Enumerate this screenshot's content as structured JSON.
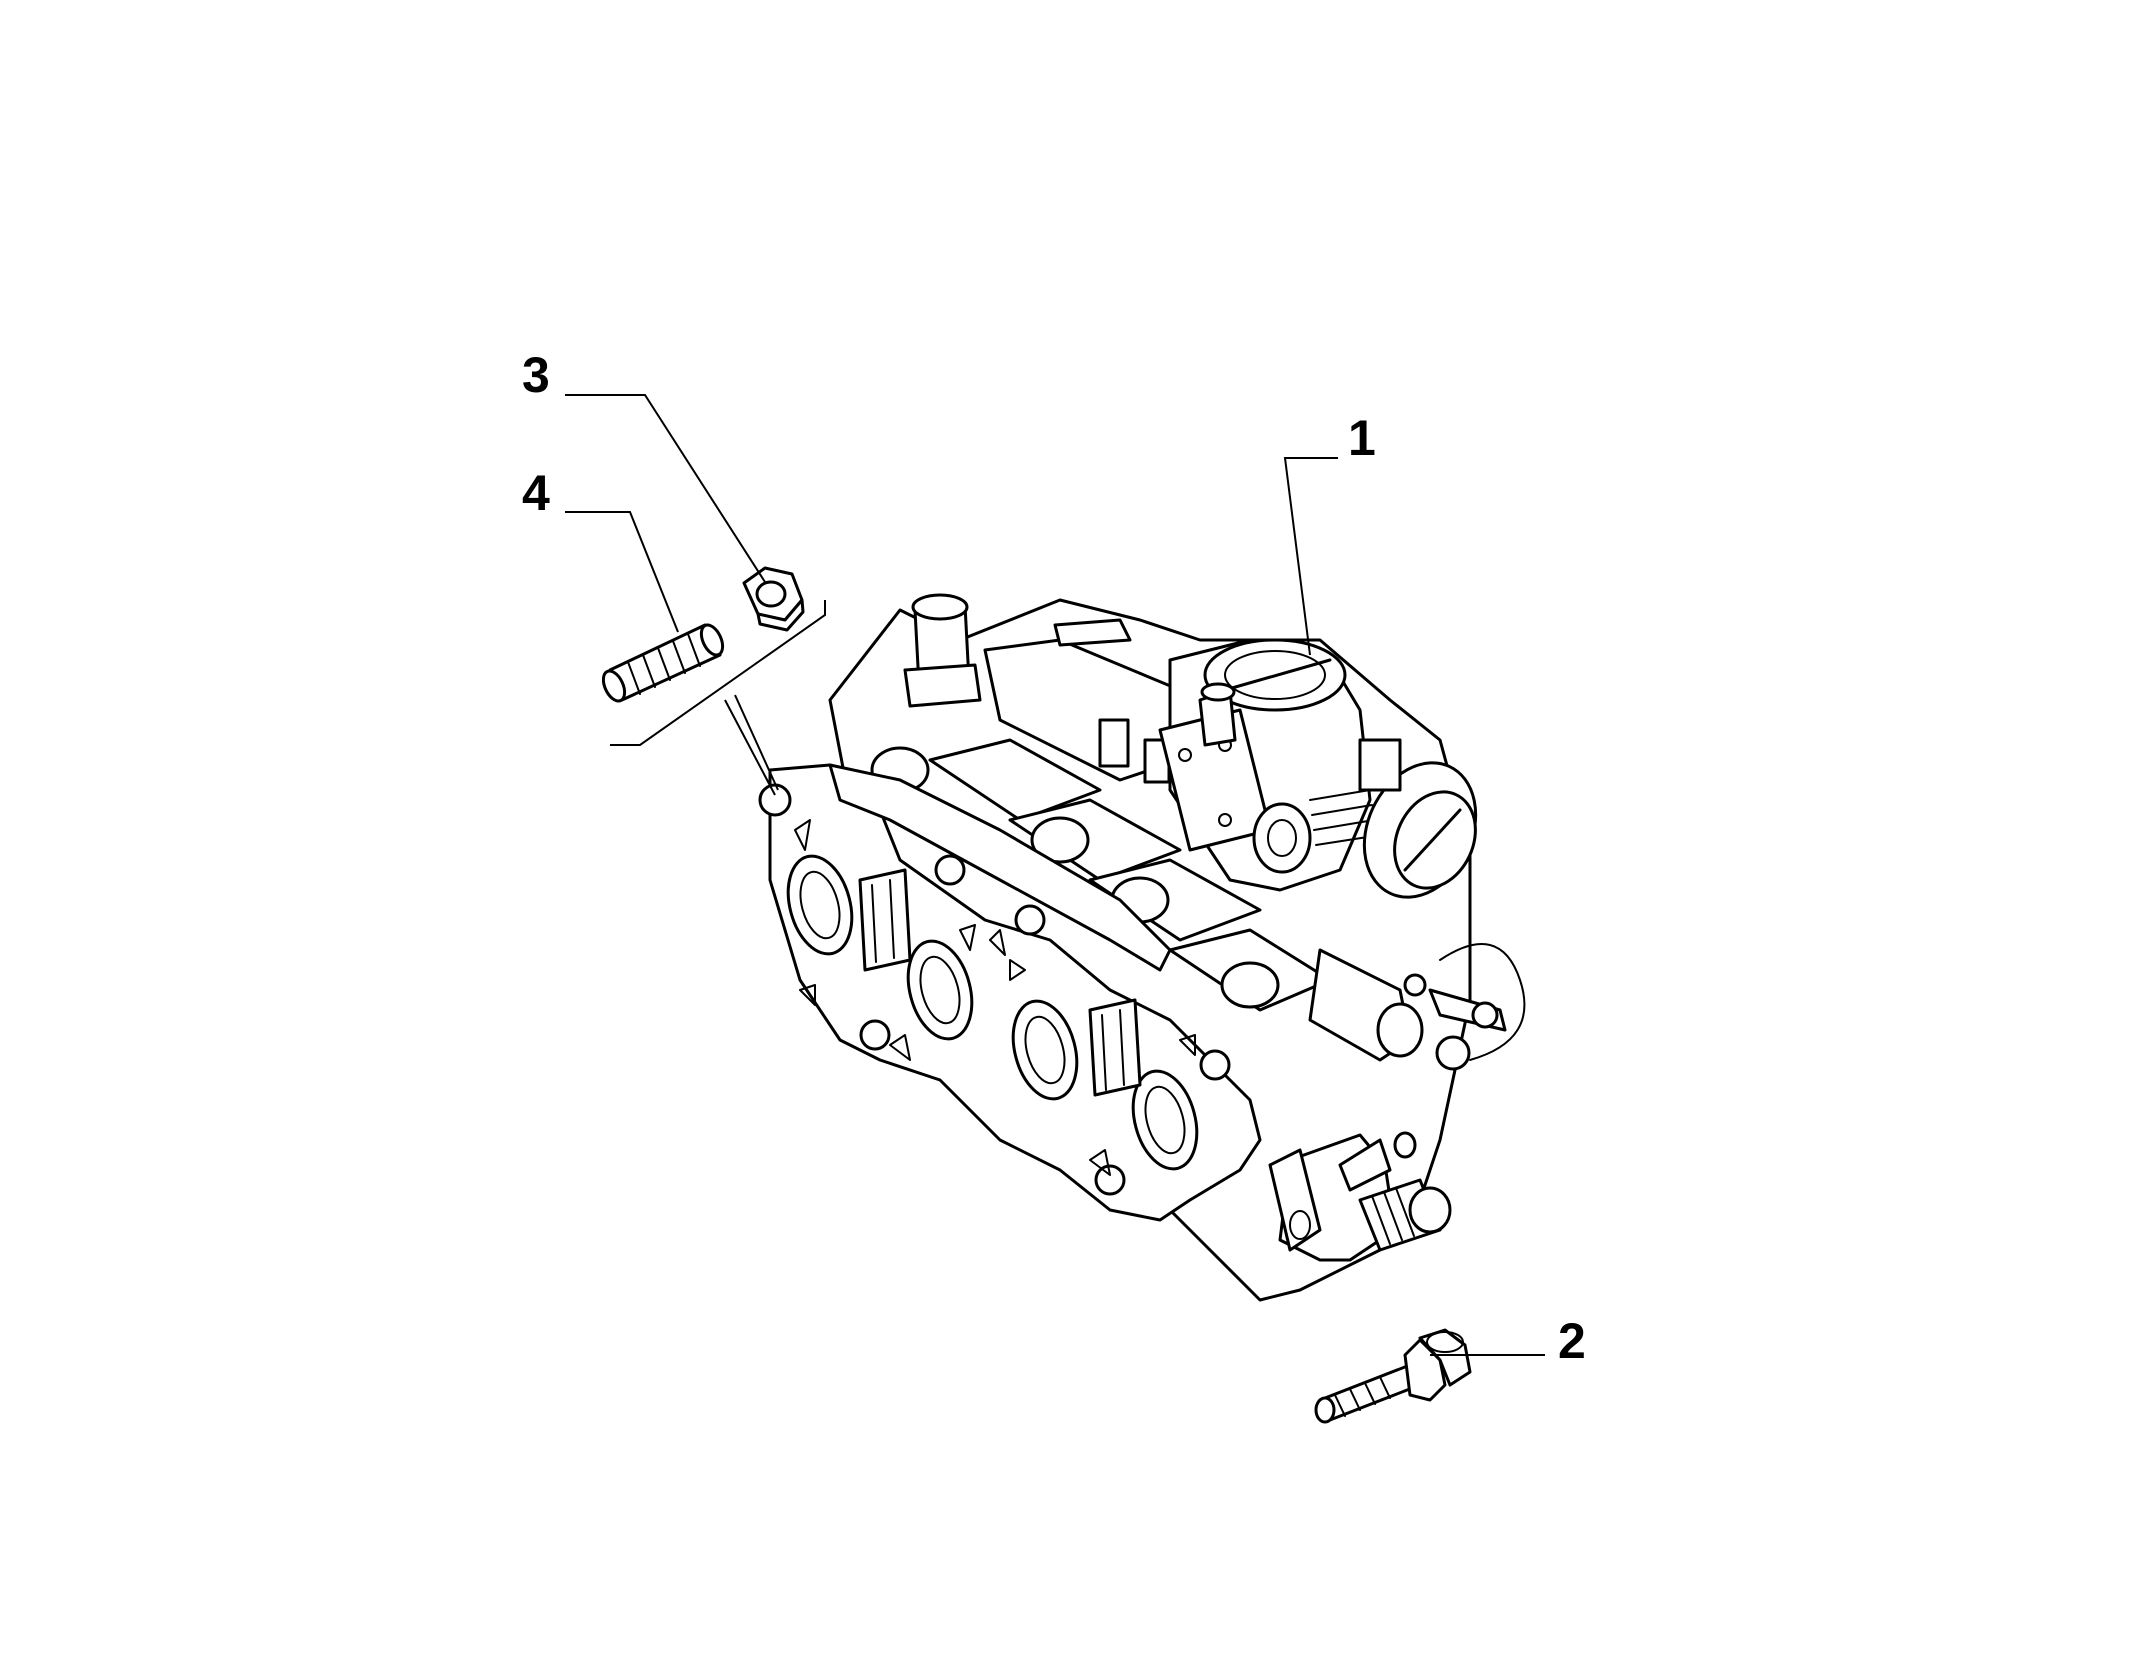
{
  "callouts": [
    {
      "id": "1",
      "label": "1"
    },
    {
      "id": "2",
      "label": "2"
    },
    {
      "id": "3",
      "label": "3"
    },
    {
      "id": "4",
      "label": "4"
    }
  ],
  "parts": {
    "p1": "intake-manifold-assembly",
    "p2": "flange-bolt",
    "p3": "hex-nut",
    "p4": "stud"
  },
  "colors": {
    "line": "#000000",
    "background": "#ffffff"
  }
}
